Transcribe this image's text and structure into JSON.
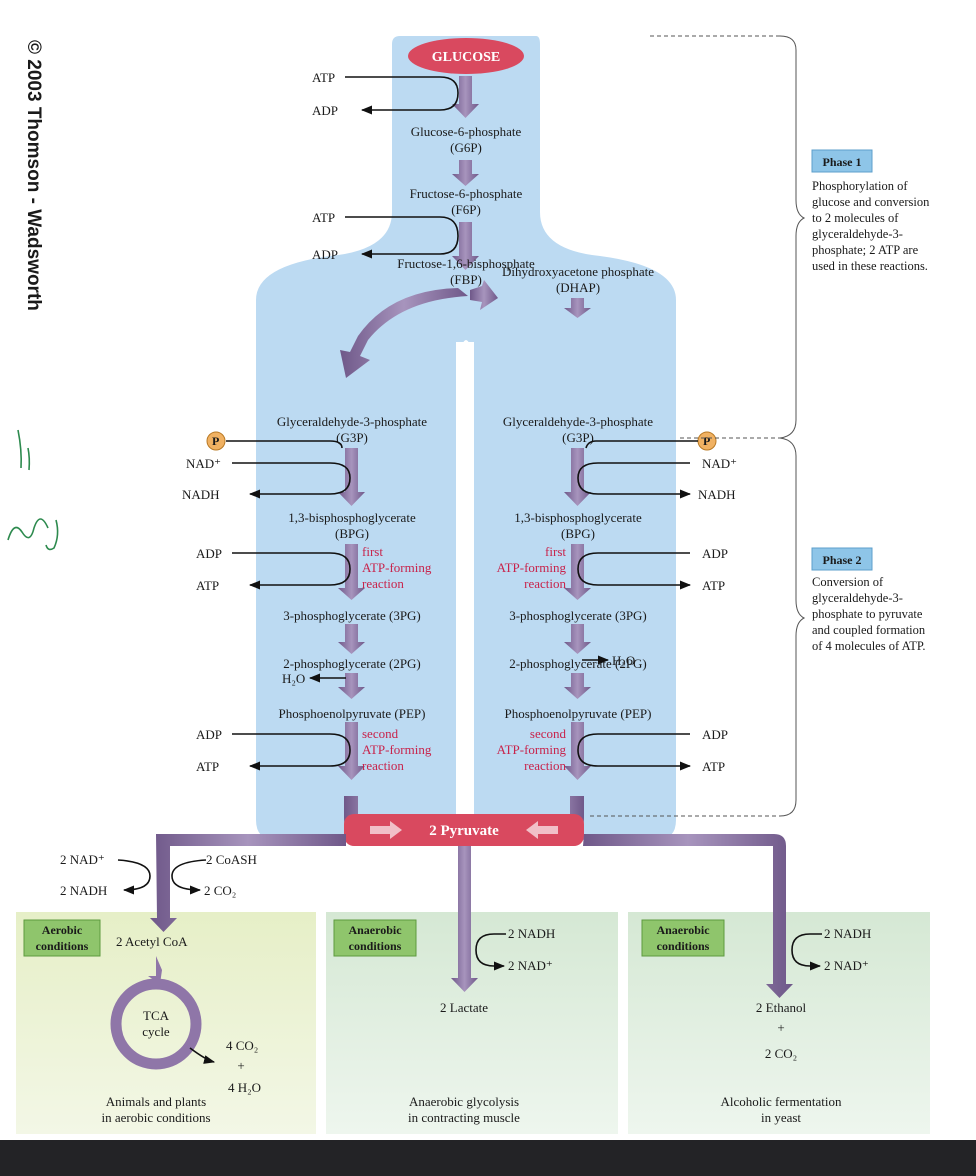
{
  "copyright": "© 2003 Thomson - Wadsworth",
  "glucose": "GLUCOSE",
  "atp": "ATP",
  "adp": "ADP",
  "nad_plus": "NAD⁺",
  "nadh": "NADH",
  "p": "P",
  "g6p": {
    "name": "Glucose-6-phosphate",
    "abbr": "(G6P)"
  },
  "f6p": {
    "name": "Fructose-6-phosphate",
    "abbr": "(F6P)"
  },
  "fbp": {
    "name": "Fructose-1,6-bisphosphate",
    "abbr": "(FBP)"
  },
  "dhap": {
    "name": "Dihydroxyacetone phosphate",
    "abbr": "(DHAP)"
  },
  "g3p": {
    "name": "Glyceraldehyde-3-phosphate",
    "abbr": "(G3P)"
  },
  "bpg": {
    "name": "1,3-bisphosphoglycerate",
    "abbr": "(BPG)"
  },
  "pg3": "3-phosphoglycerate (3PG)",
  "pg2": "2-phosphoglycerate (2PG)",
  "h2o": "H₂O",
  "pep": "Phosphoenolpyruvate (PEP)",
  "first_reaction": [
    "first",
    "ATP-forming",
    "reaction"
  ],
  "second_reaction": [
    "second",
    "ATP-forming",
    "reaction"
  ],
  "pyruvate": "2 Pyruvate",
  "phase1": {
    "title": "Phase 1",
    "lines": [
      "Phosphorylation of",
      "glucose and conversion",
      "to 2 molecules of",
      "glyceraldehyde-3-",
      "phosphate; 2 ATP are",
      "used in these reactions."
    ]
  },
  "phase2": {
    "title": "Phase 2",
    "lines": [
      "Conversion of",
      "glyceraldehyde-3-",
      "phosphate to pyruvate",
      "and coupled formation",
      "of 4 molecules of ATP."
    ]
  },
  "aerobic": {
    "badge": [
      "Aerobic",
      "conditions"
    ],
    "nad_in": "2 NAD⁺",
    "nadh_out": "2 NADH",
    "coash": "2 CoASH",
    "co2": "2 CO₂",
    "acetyl": "2 Acetyl CoA",
    "tca": [
      "TCA",
      "cycle"
    ],
    "co2_out": "4 CO₂",
    "plus": "+",
    "h2o_out": "4 H₂O",
    "caption": [
      "Animals and plants",
      "in aerobic conditions"
    ]
  },
  "lactate": {
    "badge": [
      "Anaerobic",
      "conditions"
    ],
    "nadh": "2 NADH",
    "nad": "2 NAD⁺",
    "product": "2 Lactate",
    "caption": [
      "Anaerobic glycolysis",
      "in contracting muscle"
    ]
  },
  "ethanol": {
    "badge": [
      "Anaerobic",
      "conditions"
    ],
    "nadh": "2 NADH",
    "nad": "2 NAD⁺",
    "product": "2 Ethanol",
    "plus": "+",
    "co2": "2   CO₂",
    "caption": [
      "Alcoholic fermentation",
      "in yeast"
    ]
  },
  "colors": {
    "flask": "#bcdaf2",
    "arrow_purple": "#8f76a8",
    "red_accent": "#c8234b",
    "glucose_fill": "#d9495f",
    "pyruvate_fill": "#d9495f",
    "phase_badge": "#8ec5e8",
    "condition_badge": "#8fc56c",
    "aerobic_box": "#e4edc9",
    "anaerobic_box": "#d9ead8",
    "phosphate_ball": "#f0b162"
  },
  "icons": [
    "phosphate-ball-icon",
    "brace-icon",
    "tca-cycle-icon",
    "curved-arrow-icon"
  ]
}
